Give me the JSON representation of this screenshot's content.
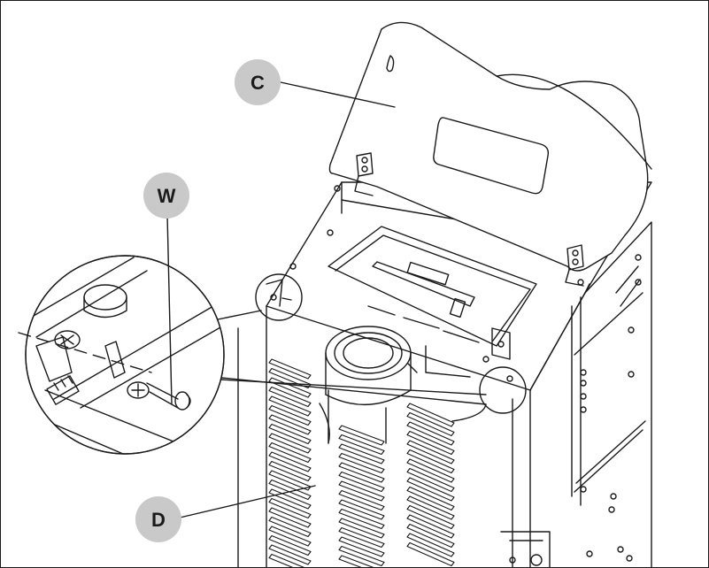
{
  "labels": {
    "c": "C",
    "w": "W",
    "d": "D"
  },
  "colors": {
    "line": "#1a1a1a",
    "callout_fill": "#c9c9c9",
    "background": "#ffffff"
  }
}
